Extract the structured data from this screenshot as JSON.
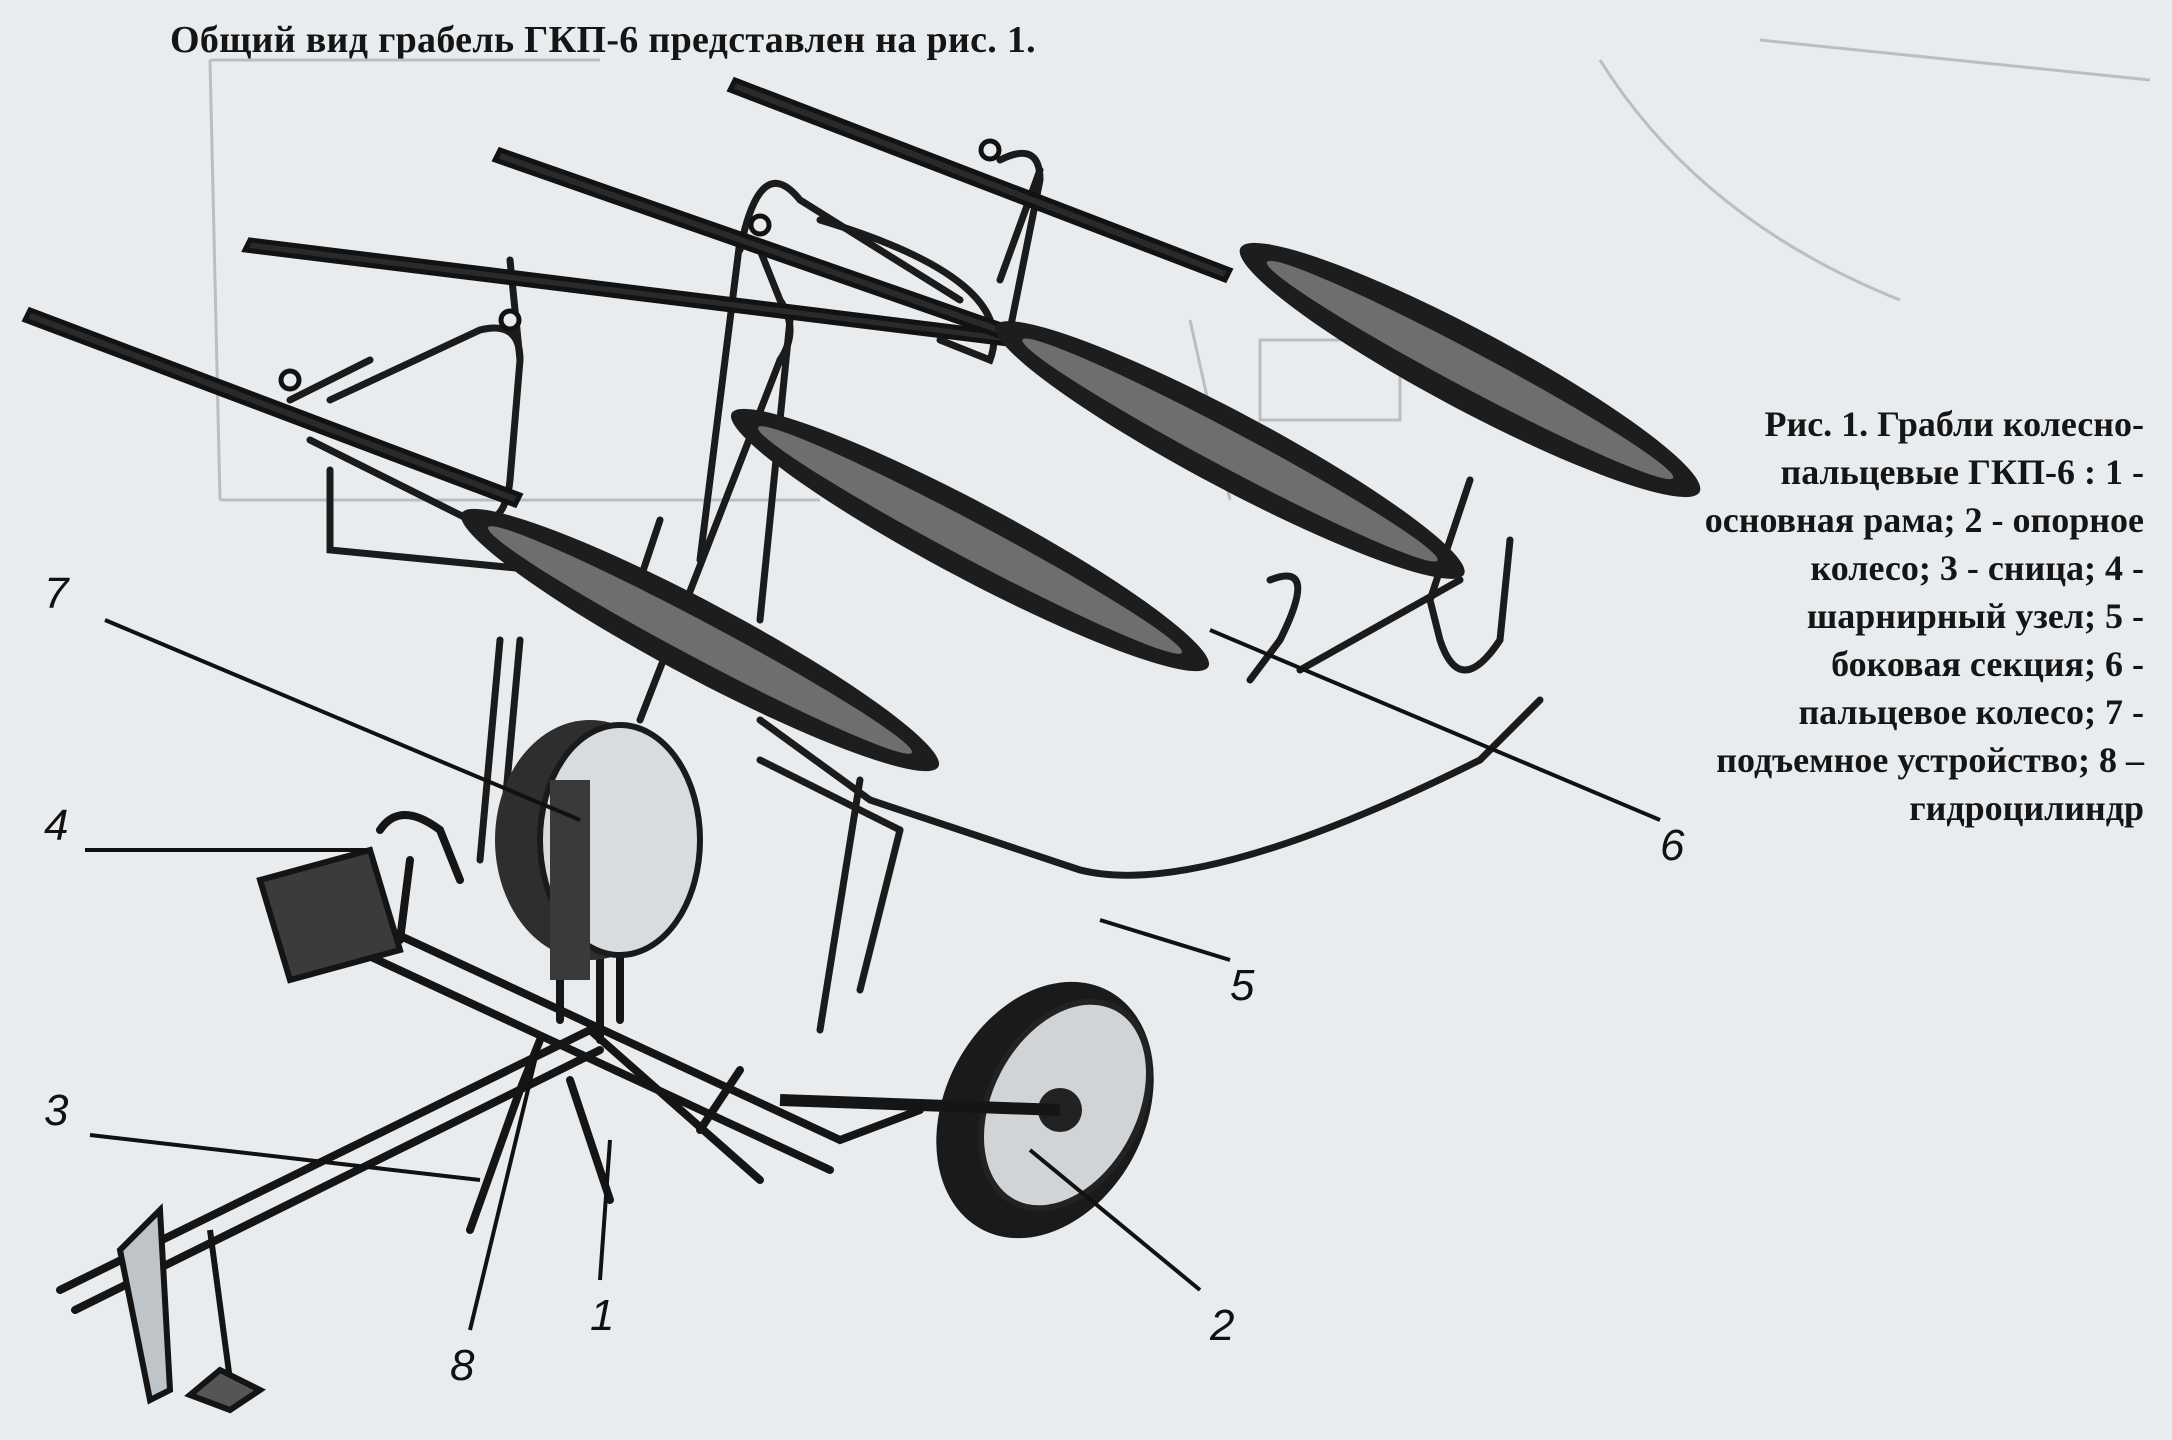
{
  "page": {
    "heading": "Общий вид грабель ГКП-6 представлен на рис. 1.",
    "caption": "Рис. 1. Грабли колесно-пальцевые ГКП-6 : 1 - основная рама; 2 - опорное колесо; 3 - сница; 4 - шарнирный узел; 5 - боковая секция; 6 - пальцевое колесо; 7 - подъемное устройство; 8 – гидроцилиндр"
  },
  "callouts": [
    {
      "label": "1"
    },
    {
      "label": "2"
    },
    {
      "label": "3"
    },
    {
      "label": "4"
    },
    {
      "label": "5"
    },
    {
      "label": "6"
    },
    {
      "label": "7"
    },
    {
      "label": "8"
    }
  ],
  "colors": {
    "paper": "#e9ecee",
    "ink": "#151515",
    "bleed_through": "#b9bec4"
  }
}
